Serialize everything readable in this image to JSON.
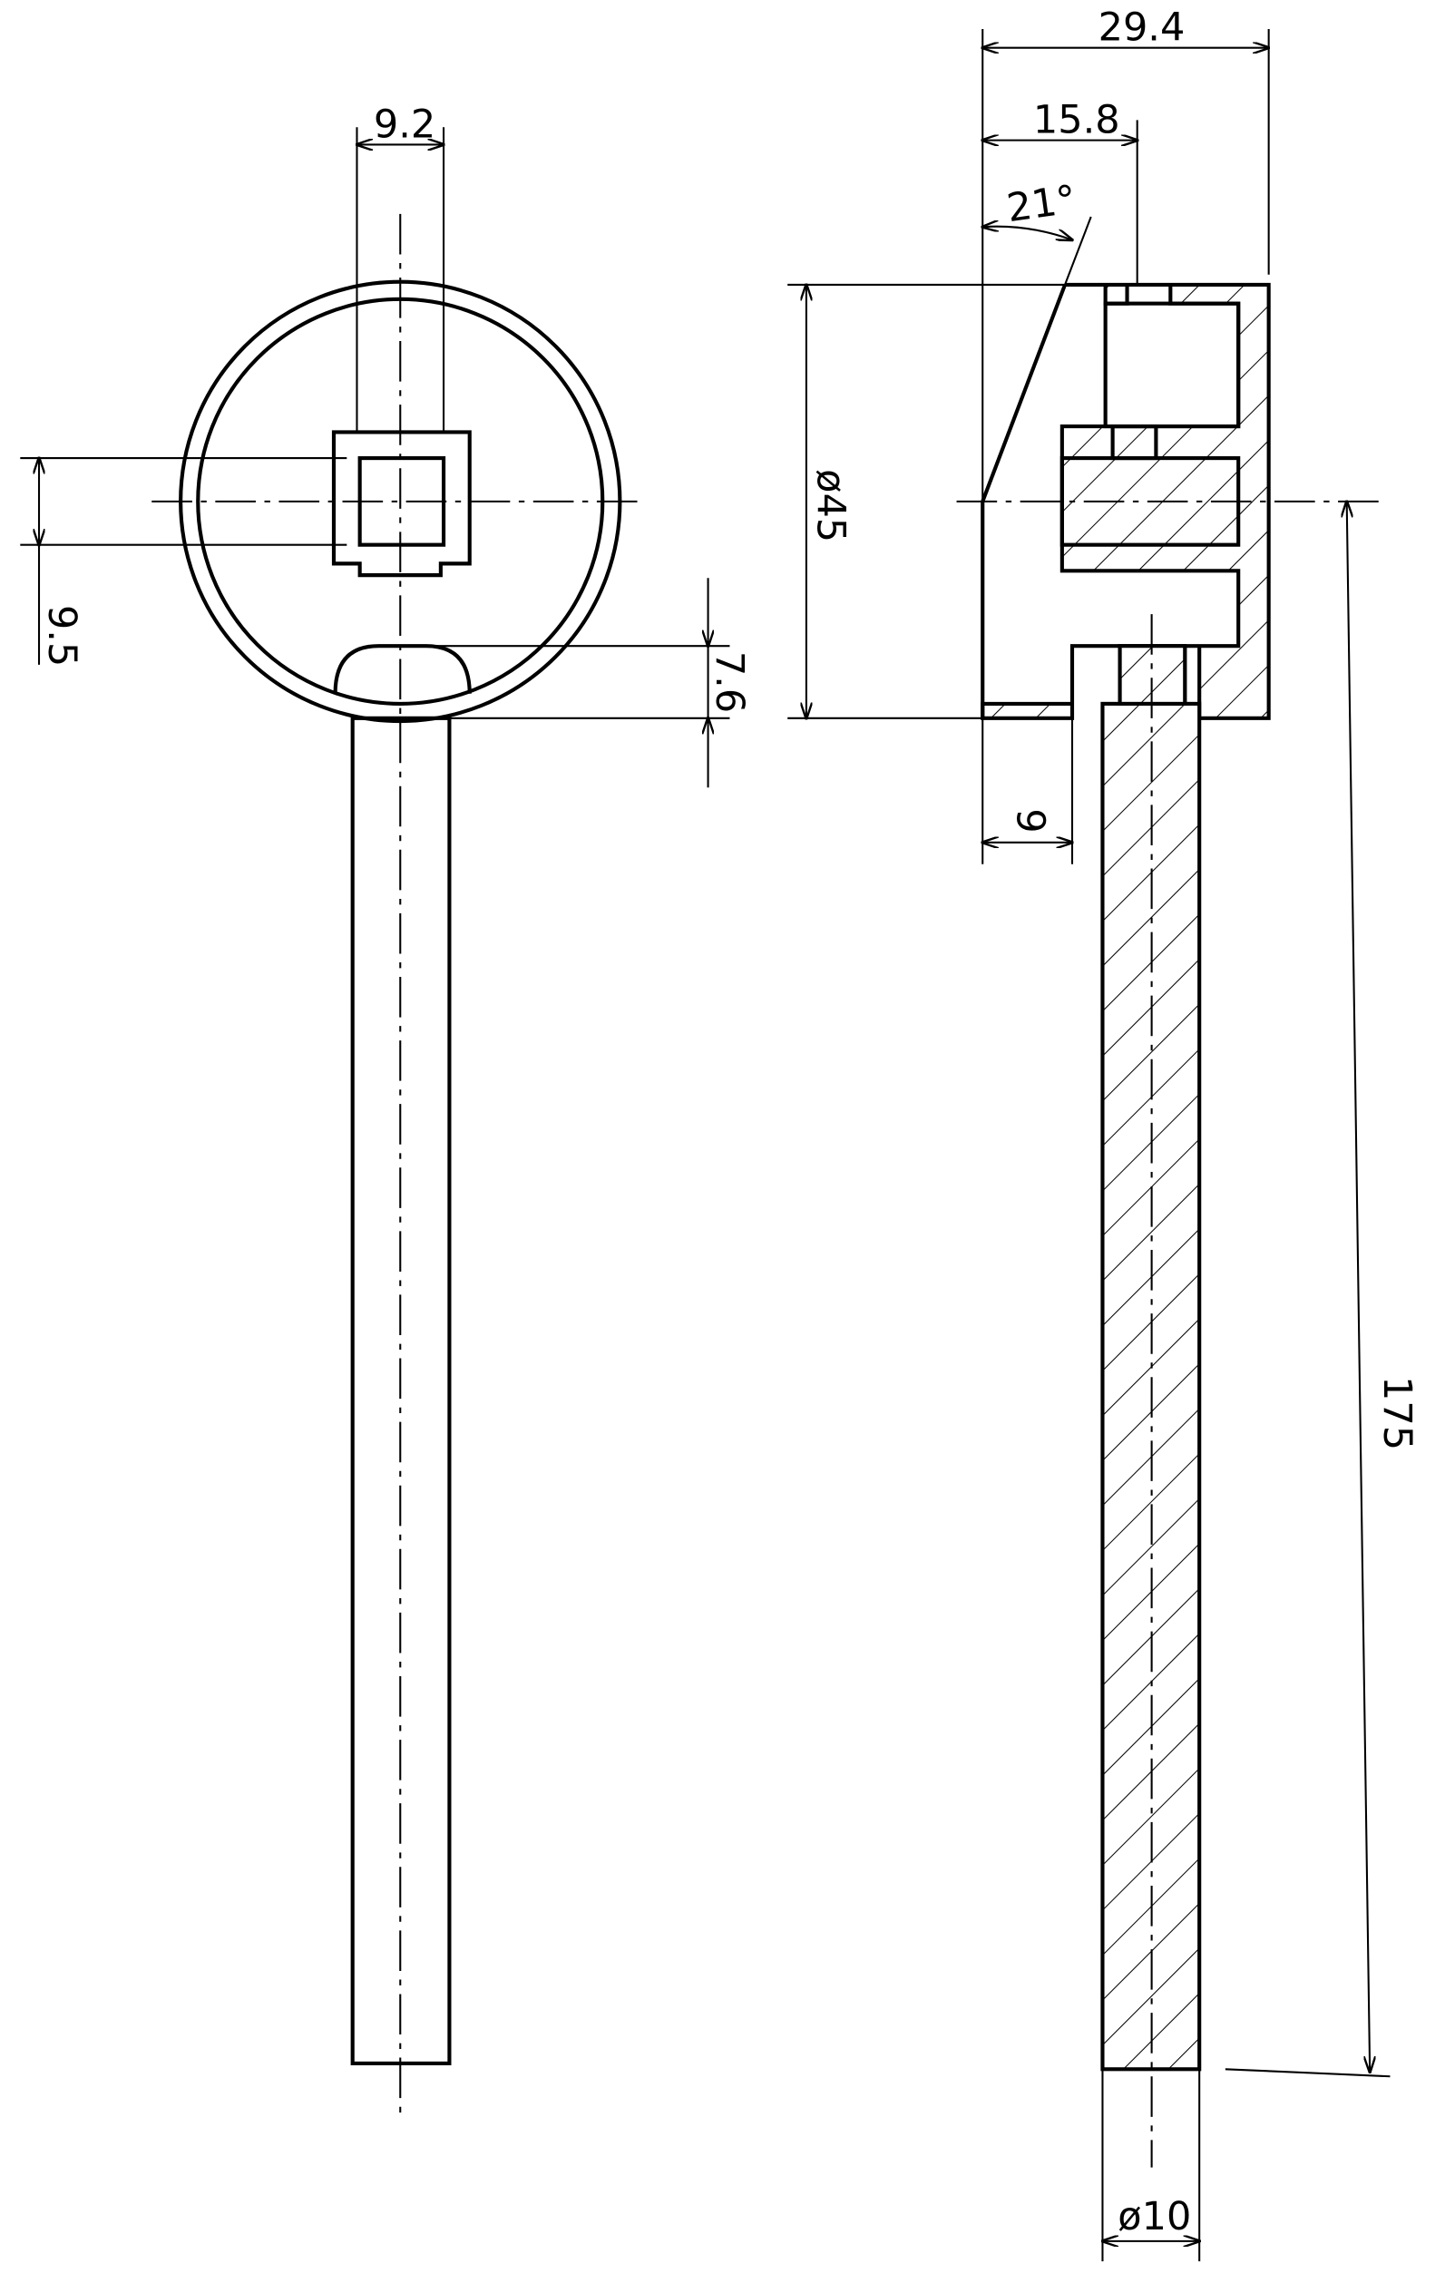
{
  "drawing": {
    "front_view": {
      "dim_square_width": "9.2",
      "dim_square_height": "9.5",
      "dim_bump_height": "7.6"
    },
    "section_view": {
      "dim_overall_depth": "29.4",
      "dim_partial_depth": "15.8",
      "dim_chamfer_angle": "21°",
      "dim_diameter": "ø45",
      "dim_offset": "9",
      "dim_length": "175",
      "dim_rod_diameter": "ø10"
    }
  }
}
